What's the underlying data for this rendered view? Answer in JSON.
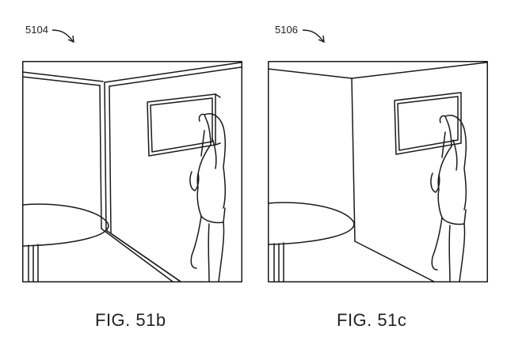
{
  "figures": [
    {
      "ref_label": "5104",
      "caption": "FIG. 51b",
      "variant": "with-mirror-wall"
    },
    {
      "ref_label": "5106",
      "caption": "FIG. 51c",
      "variant": "plain-wall"
    }
  ],
  "colors": {
    "line": "#1a1a1a",
    "background": "#ffffff"
  }
}
